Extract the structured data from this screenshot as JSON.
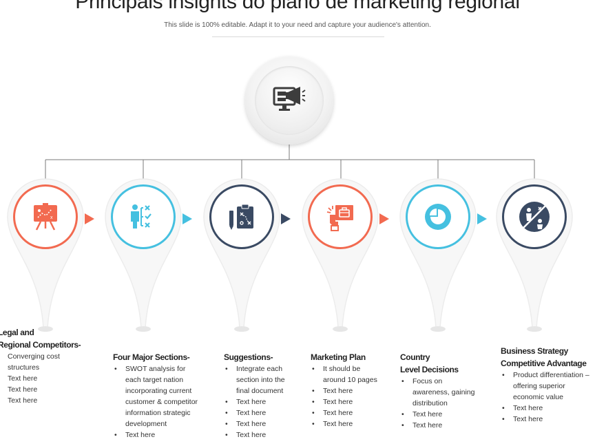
{
  "header": {
    "title": "Principais insights do plano de marketing regional",
    "subtitle": "This slide is 100% editable. Adapt it to your need and capture your audience's attention."
  },
  "hub": {
    "icon": "monitor-megaphone-icon"
  },
  "colors": {
    "coral": "#f26a50",
    "cyan": "#45c0e0",
    "navy": "#3a4a63"
  },
  "steps": [
    {
      "title_lines": [
        "Legal and",
        "Regional Competitors-"
      ],
      "icon": "presentation-board-icon",
      "color": "#f26a50",
      "bullets": [
        {
          "text": "Converging cost",
          "bullet": false
        },
        {
          "text": "structures",
          "bullet": false
        },
        {
          "text": "Text here",
          "bullet": false
        },
        {
          "text": "Text here",
          "bullet": false
        },
        {
          "text": "Text here",
          "bullet": false
        }
      ]
    },
    {
      "title_lines": [
        "Four Major Sections-"
      ],
      "icon": "checklist-person-icon",
      "color": "#45c0e0",
      "bullets": [
        {
          "text": "SWOT analysis for",
          "bullet": true
        },
        {
          "text": "each target nation",
          "bullet": false
        },
        {
          "text": "incorporating current",
          "bullet": false
        },
        {
          "text": "customer & competitor",
          "bullet": false
        },
        {
          "text": "information strategic",
          "bullet": false
        },
        {
          "text": "development",
          "bullet": false
        },
        {
          "text": "Text here",
          "bullet": true
        }
      ]
    },
    {
      "title_lines": [
        "Suggestions-"
      ],
      "icon": "strategy-clipboard-icon",
      "color": "#3a4a63",
      "bullets": [
        {
          "text": "Integrate each",
          "bullet": true
        },
        {
          "text": "section into the",
          "bullet": false
        },
        {
          "text": "final document",
          "bullet": false
        },
        {
          "text": "Text here",
          "bullet": true
        },
        {
          "text": "Text here",
          "bullet": true
        },
        {
          "text": "Text here",
          "bullet": true
        },
        {
          "text": "Text here",
          "bullet": true
        }
      ]
    },
    {
      "title_lines": [
        "Marketing Plan"
      ],
      "icon": "marketing-plan-icon",
      "color": "#f26a50",
      "bullets": [
        {
          "text": "It should be",
          "bullet": true
        },
        {
          "text": "around 10 pages",
          "bullet": false
        },
        {
          "text": "Text here",
          "bullet": true
        },
        {
          "text": "Text here",
          "bullet": true
        },
        {
          "text": "Text here",
          "bullet": true
        },
        {
          "text": "Text here",
          "bullet": true
        }
      ]
    },
    {
      "title_lines": [
        "Country",
        "Level Decisions"
      ],
      "icon": "pie-chart-icon",
      "color": "#45c0e0",
      "bullets": [
        {
          "text": "Focus on",
          "bullet": true
        },
        {
          "text": "awareness, gaining",
          "bullet": false
        },
        {
          "text": "distribution",
          "bullet": false
        },
        {
          "text": "Text here",
          "bullet": true
        },
        {
          "text": "Text here",
          "bullet": true
        }
      ]
    },
    {
      "title_lines": [
        "Business Strategy",
        "Competitive Advantage"
      ],
      "icon": "competitive-advantage-icon",
      "color": "#3a4a63",
      "bullets": [
        {
          "text": "Product differentiation –",
          "bullet": true
        },
        {
          "text": "offering superior",
          "bullet": false
        },
        {
          "text": "economic value",
          "bullet": false
        },
        {
          "text": "Text here",
          "bullet": true
        },
        {
          "text": "Text here",
          "bullet": true
        }
      ]
    }
  ]
}
